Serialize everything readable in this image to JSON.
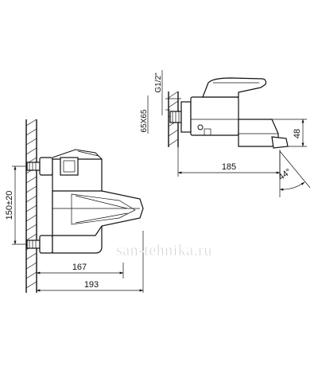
{
  "dimensions": {
    "spout_reach": "185",
    "spout_height": "48",
    "swivel_angle": "44°",
    "thread": "G1/2\"",
    "nut_size": "65X65",
    "inlet_spacing": "150±20",
    "wall_to_front": "167",
    "overall_depth": "193"
  },
  "watermark": "san-tehnika.ru"
}
